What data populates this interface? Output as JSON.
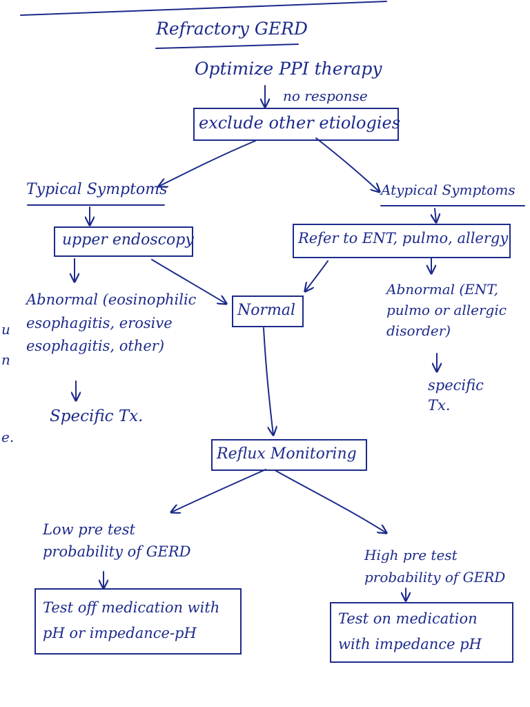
{
  "colors": {
    "ink": "#1c2a8a",
    "paper": "#ffffff"
  },
  "title": "Refractory GERD",
  "step_optimize": "Optimize PPI therapy",
  "no_response": "no response",
  "exclude": "exclude other etiologies",
  "typical": "Typical Symptoms",
  "atypical": "Atypical Symptoms",
  "upper_endoscopy": "upper endoscopy",
  "refer": "Refer to ENT, pulmo, allergy",
  "abnormal_left": "Abnormal (eosinophilic\nesophagitis, erosive\nesophagitis, other)",
  "specific_tx_left": "Specific Tx.",
  "normal": "Normal",
  "abnormal_right": "Abnormal (ENT,\npulmo or allergic\ndisorder)",
  "specific_tx_right": "specific\nTx.",
  "reflux": "Reflux Monitoring",
  "low_pretest": "Low pre test\nprobability of GERD",
  "high_pretest": "High pre test\nprobability of GERD",
  "test_off": "Test off medication with\npH or impedance-pH",
  "test_on": "Test on medication\nwith impedance pH",
  "margin_fragments": [
    "u",
    "n",
    "e."
  ]
}
